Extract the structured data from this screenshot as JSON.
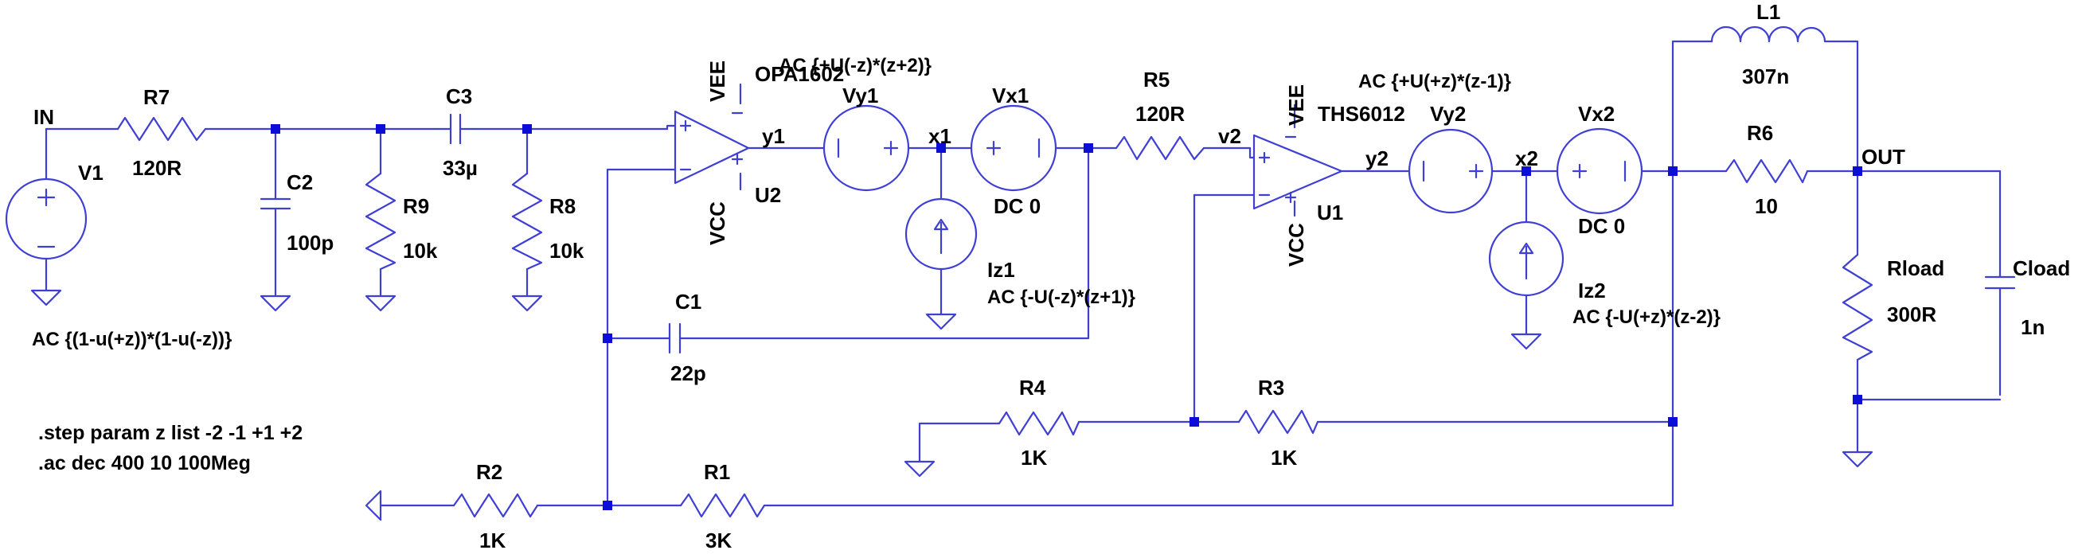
{
  "nets": {
    "in": "IN",
    "out": "OUT",
    "y1": "y1",
    "x1": "x1",
    "v2": "v2",
    "y2": "y2",
    "x2": "x2"
  },
  "components": {
    "V1": {
      "name": "V1",
      "ac": "AC {(1-u(+z))*(1-u(-z))}"
    },
    "R7": {
      "name": "R7",
      "value": "120R"
    },
    "C2": {
      "name": "C2",
      "value": "100p"
    },
    "R9": {
      "name": "R9",
      "value": "10k"
    },
    "C3": {
      "name": "C3",
      "value": "33µ"
    },
    "R8": {
      "name": "R8",
      "value": "10k"
    },
    "U2": {
      "name": "U2",
      "model": "OPA1602",
      "vee": "VEE",
      "vcc": "VCC"
    },
    "Vy1": {
      "name": "Vy1",
      "ac": "AC {+U(-z)*(z+2)}"
    },
    "Vx1": {
      "name": "Vx1",
      "dc": "DC 0"
    },
    "Iz1": {
      "name": "Iz1",
      "ac": "AC {-U(-z)*(z+1)}"
    },
    "R5": {
      "name": "R5",
      "value": "120R"
    },
    "C1": {
      "name": "C1",
      "value": "22p"
    },
    "U1": {
      "name": "U1",
      "model": "THS6012",
      "vee": "VEE",
      "vcc": "VCC"
    },
    "Vy2": {
      "name": "Vy2",
      "ac": "AC {+U(+z)*(z-1)}"
    },
    "Vx2": {
      "name": "Vx2",
      "dc": "DC 0"
    },
    "Iz2": {
      "name": "Iz2",
      "ac": "AC {-U(+z)*(z-2)}"
    },
    "L1": {
      "name": "L1",
      "value": "307n"
    },
    "R6": {
      "name": "R6",
      "value": "10"
    },
    "Rload": {
      "name": "Rload",
      "value": "300R"
    },
    "Cload": {
      "name": "Cload",
      "value": "1n"
    },
    "R4": {
      "name": "R4",
      "value": "1K"
    },
    "R3": {
      "name": "R3",
      "value": "1K"
    },
    "R2": {
      "name": "R2",
      "value": "1K"
    },
    "R1": {
      "name": "R1",
      "value": "3K"
    }
  },
  "directives": {
    "step": ".step param z list -2 -1 +1 +2",
    "ac": ".ac dec 400 10 100Meg"
  },
  "colors": {
    "wire": "#3f3fd6",
    "junction": "#0d0dd8",
    "text": "#000000",
    "background": "#ffffff"
  }
}
